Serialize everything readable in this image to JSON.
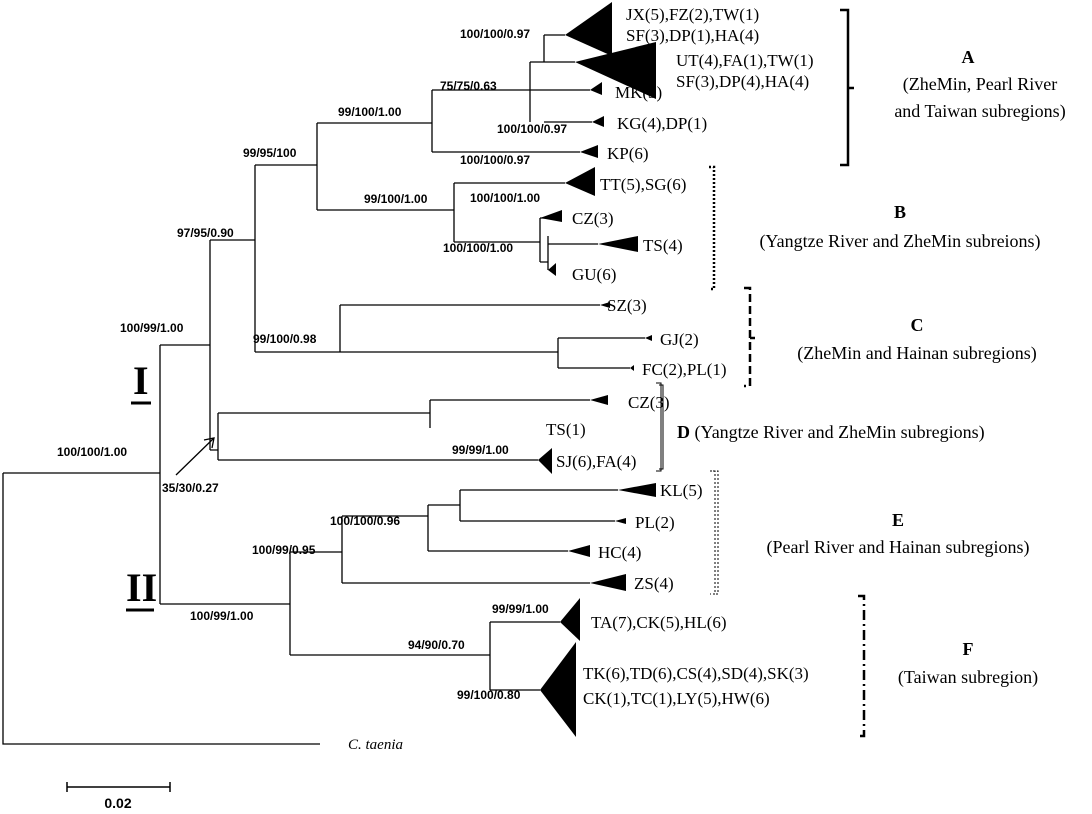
{
  "support": {
    "n1": "100/100/0.97",
    "n2": "75/75/0.63",
    "n3": "99/100/1.00",
    "n4": "100/100/0.97",
    "n5": "100/100/0.97",
    "n6": "99/95/100",
    "n7": "99/100/1.00",
    "n8": "100/100/1.00",
    "n9": "100/100/1.00",
    "n10": "97/95/0.90",
    "n11": "100/99/1.00",
    "n12": "99/100/0.98",
    "n13": "100/100/1.00",
    "n14": "35/30/0.27",
    "n15": "99/99/1.00",
    "n16": "100/100/0.96",
    "n17": "100/99/0.95",
    "n18": "100/99/1.00",
    "n19": "99/99/1.00",
    "n20": "94/90/0.70",
    "n21": "99/100/0.80"
  },
  "taxa": {
    "a1_l1": "JX(5),FZ(2),TW(1)",
    "a1_l2": "SF(3),DP(1),HA(4)",
    "a2_l1": "UT(4),FA(1),TW(1)",
    "a2_l2": "SF(3),DP(4),HA(4)",
    "mk": "MK(3)",
    "kg": "KG(4),DP(1)",
    "kp": "KP(6)",
    "tt": "TT(5),SG(6)",
    "cz_b": "CZ(3)",
    "ts_b": "TS(4)",
    "gu": "GU(6)",
    "sz": "SZ(3)",
    "gj": "GJ(2)",
    "fc": "FC(2),PL(1)",
    "cz_d": "CZ(3)",
    "ts_d": "TS(1)",
    "sj": "SJ(6),FA(4)",
    "kl": "KL(5)",
    "pl": "PL(2)",
    "hc": "HC(4)",
    "zs": "ZS(4)",
    "ta": "TA(7),CK(5),HL(6)",
    "tk_l1": "TK(6),TD(6),CS(4),SD(4),SK(3)",
    "tk_l2": "CK(1),TC(1),LY(5),HW(6)",
    "outgroup": "C. taenia"
  },
  "clades": {
    "A": {
      "letter": "A",
      "desc1": "(ZheMin, Pearl River",
      "desc2": "and Taiwan subregions)"
    },
    "B": {
      "letter": "B",
      "desc1": "(Yangtze River and ZheMin subreions)"
    },
    "C": {
      "letter": "C",
      "desc1": "(ZheMin and Hainan subregions)"
    },
    "D": {
      "letter": "D",
      "desc1": " (Yangtze River and ZheMin subregions)"
    },
    "E": {
      "letter": "E",
      "desc1": "(Pearl River and Hainan subregions)"
    },
    "F": {
      "letter": "F",
      "desc1": "(Taiwan subregion)"
    }
  },
  "lineages": {
    "I": "I",
    "II": "II"
  },
  "scale": {
    "label": "0.02"
  }
}
